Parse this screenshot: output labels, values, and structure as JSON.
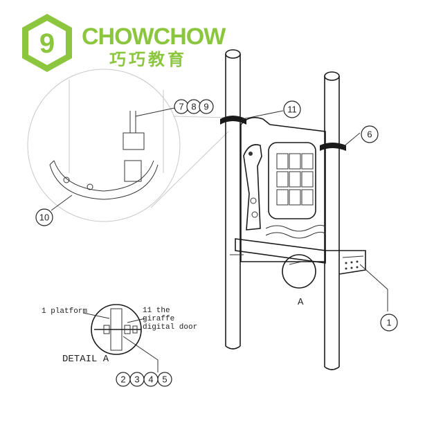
{
  "brand": {
    "logo_glyph": "9",
    "name": "CHOWCHOW",
    "subtitle": "巧巧教育",
    "color": "#8cc63f"
  },
  "diagram": {
    "callouts": {
      "c7": "7",
      "c8": "8",
      "c9": "9",
      "c10": "10",
      "c11": "11",
      "c6": "6",
      "c1": "1",
      "c2": "2",
      "c3": "3",
      "c4": "4",
      "c5": "5"
    },
    "detail_marker": "A",
    "detail_title": "DETAIL A",
    "detail_labels": {
      "platform": "1 platform",
      "door_line1": "11 the",
      "door_line2": "giraffe",
      "door_line3": "digital door"
    }
  }
}
